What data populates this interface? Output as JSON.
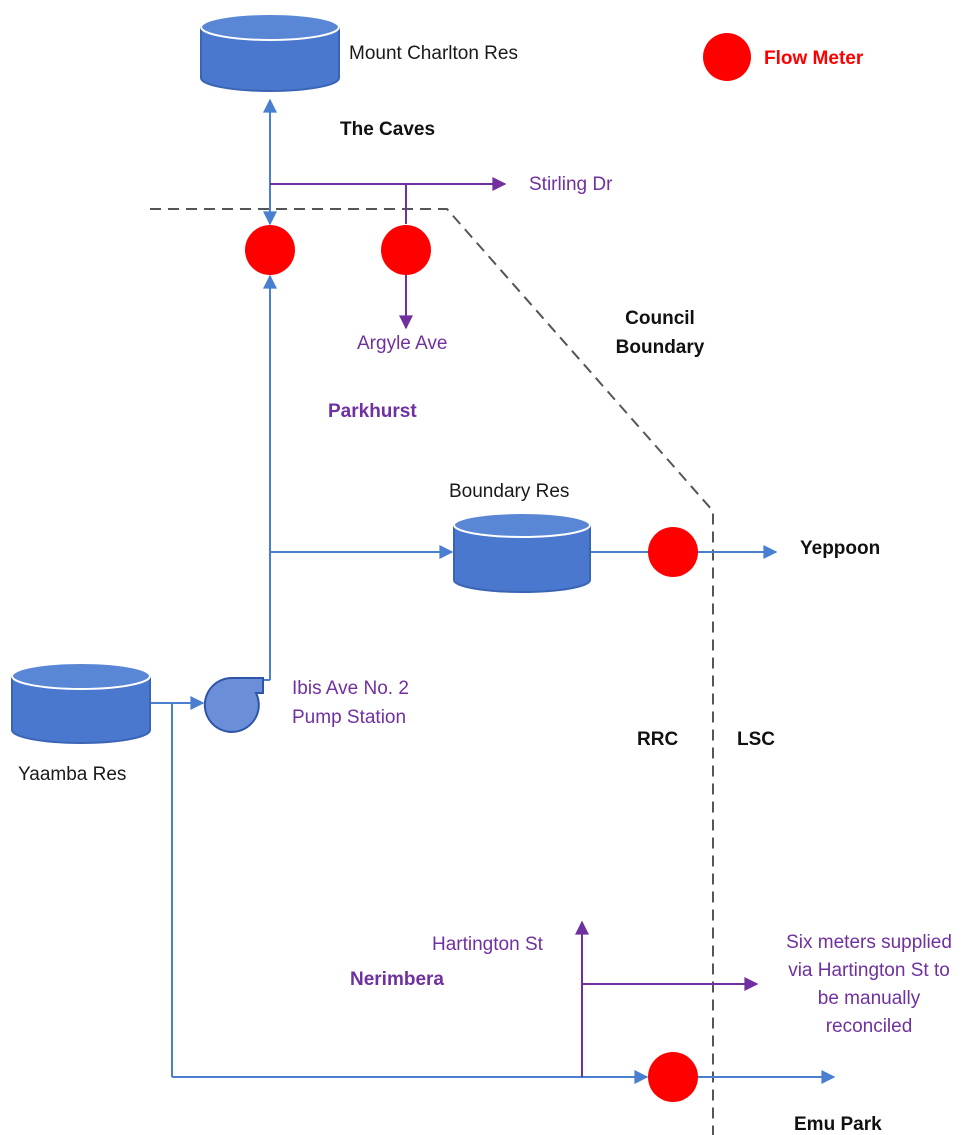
{
  "colors": {
    "pipe": "#4a7fd0",
    "branch": "#7030a0",
    "tank_fill": "#4b78cf",
    "tank_stroke": "#3a64b4",
    "meter": "#ff0000",
    "boundary": "#555555"
  },
  "legend": {
    "flow_meter": "Flow Meter",
    "icon": "red-circle"
  },
  "reservoirs": {
    "mount_charlton": "Mount Charlton Res",
    "boundary": "Boundary Res",
    "yaamba": "Yaamba Res"
  },
  "pump_station": {
    "line1": "Ibis Ave No. 2",
    "line2": "Pump Station"
  },
  "areas": {
    "the_caves": "The Caves",
    "parkhurst": "Parkhurst",
    "nerimbera": "Nerimbera"
  },
  "destinations": {
    "yeppoon": "Yeppoon",
    "emu_park": "Emu Park"
  },
  "branches": {
    "stirling_dr": "Stirling Dr",
    "argyle_ave": "Argyle Ave",
    "hartington_st": "Hartington St"
  },
  "boundary": {
    "line1": "Council",
    "line2": "Boundary",
    "rrc": "RRC",
    "lsc": "LSC"
  },
  "note": {
    "line1": "Six meters supplied",
    "line2": "via Hartington St to",
    "line3": "be manually",
    "line4": "reconciled"
  }
}
